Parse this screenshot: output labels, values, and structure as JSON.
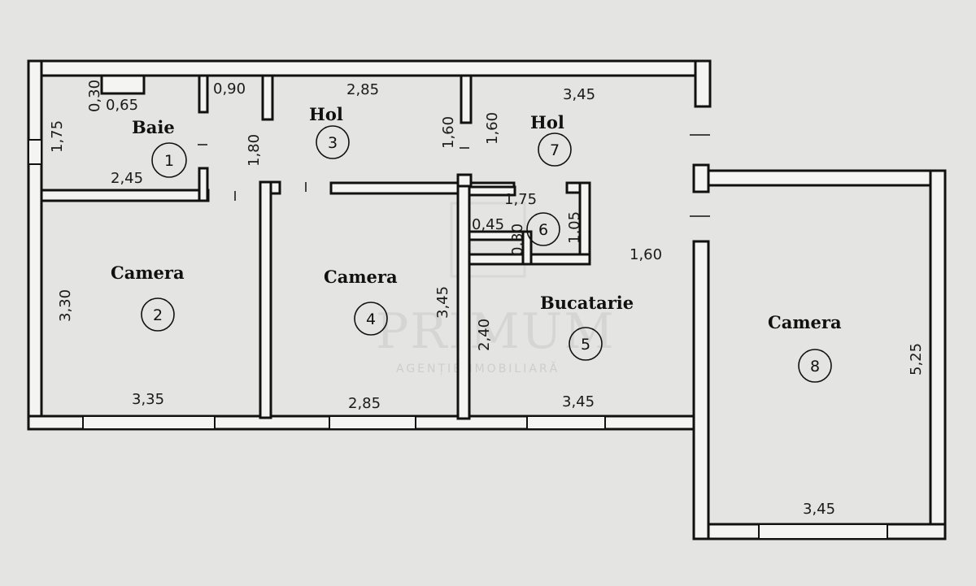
{
  "rooms": {
    "baie": {
      "name": "Baie",
      "number": "1"
    },
    "camera2": {
      "name": "Camera",
      "number": "2"
    },
    "hol3": {
      "name": "Hol",
      "number": "3"
    },
    "camera4": {
      "name": "Camera",
      "number": "4"
    },
    "bucatarie": {
      "name": "Bucatarie",
      "number": "5"
    },
    "room6": {
      "number": "6"
    },
    "hol7": {
      "name": "Hol",
      "number": "7"
    },
    "camera8": {
      "name": "Camera",
      "number": "8"
    }
  },
  "dimensions": {
    "baie_top_small": "0,30",
    "baie_niche": "0,65",
    "baie_side": "1,75",
    "baie_bottom": "2,45",
    "hol_left_width": "0,90",
    "hol_height": "1,80",
    "hol_top": "2,85",
    "hol_mid_left": "1,60",
    "hol_mid_right": "1,60",
    "hol7_top": "3,45",
    "room6_top": "1,75",
    "room6_small_a": "0,45",
    "room6_small_b": "0,30",
    "room6_side": "1,05",
    "bucatarie_right": "1,60",
    "camera2_side": "3,30",
    "camera2_bottom": "3,35",
    "camera4_side": "3,45",
    "camera4_bottom": "2,85",
    "bucatarie_side": "2,40",
    "bucatarie_bottom": "3,45",
    "camera8_side": "5,25",
    "camera8_bottom": "3,45"
  },
  "watermark": {
    "brand": "PRIMUM",
    "tagline": "AGENȚIE IMOBILIARĂ"
  }
}
